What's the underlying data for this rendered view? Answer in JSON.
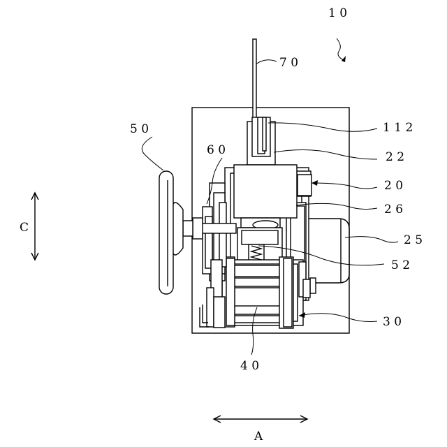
{
  "figure": {
    "labels": {
      "device": "1 0",
      "rod": "7 0",
      "handwheel": "5 0",
      "gear": "6 0",
      "part_112": "1 1 2",
      "part_22": "2 2",
      "part_20": "2 0",
      "part_26": "2 6",
      "part_25": "2 5",
      "part_52": "5 2",
      "part_30": "3 0",
      "part_40": "4 0",
      "direction_c": "C",
      "direction_a": "A"
    }
  }
}
